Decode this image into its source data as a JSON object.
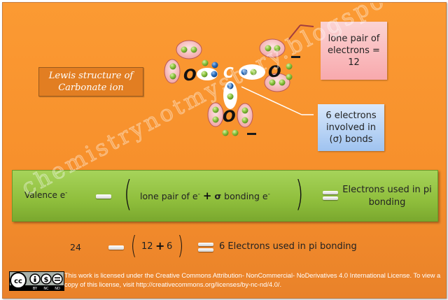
{
  "title_box": {
    "line1": "Lewis structure of",
    "line2": "Carbonate ion"
  },
  "atoms": {
    "carbon": "C",
    "oxygen": "O"
  },
  "charges": {
    "minus": "−"
  },
  "callouts": {
    "lone_pair": {
      "line1": "lone pair of",
      "line2": "electrons =",
      "line3": "12"
    },
    "sigma": {
      "line1": "6 electrons",
      "line2": "involved in",
      "line3": "(σ) bonds"
    }
  },
  "formula": {
    "term1": "Valence e",
    "term1_sup": "-",
    "bracket_open": "(",
    "bracket_close": ")",
    "inner_term1": "lone pair of e",
    "inner_term1_sup": "-",
    "plus": "+",
    "sigma_symbol": "σ",
    "inner_term2": " bonding e",
    "inner_term2_sup": "-",
    "result_line1": "Electrons used in pi",
    "result_line2": "bonding"
  },
  "calculation": {
    "valence": "24",
    "bracket_open": "(",
    "lone_pairs": "12",
    "plus": "+",
    "sigma": "6",
    "bracket_close": ")",
    "result": "6 Electrons used in pi bonding"
  },
  "license": {
    "badge": {
      "cc": "cc",
      "by": "BY",
      "nc": "NC",
      "nd": "ND"
    },
    "text": "This work is licensed under the Creative Commons Attribution- NonCommercial- NoDerivatives 4.0 International License. To view a copy of this license, visit http://creativecommons.org/licenses/by-nc-nd/4.0/."
  },
  "watermark": "chemistrynotmystery.blogspot.in",
  "colors": {
    "background": "#f7902c",
    "lone_pair_fill": "#f6b8b8",
    "bond_fill": "#ffffff",
    "electron_green": "#8cc63f",
    "electron_blue": "#2a6ebd",
    "formula_box": "#8fbe3c"
  }
}
